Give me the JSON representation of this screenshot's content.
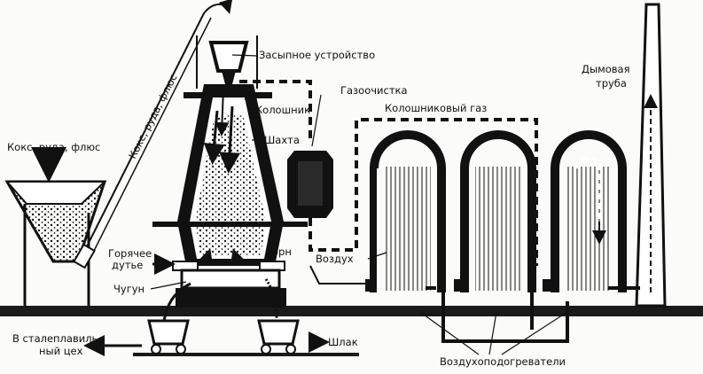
{
  "labels": {
    "charging_device": "Засыпное устройство",
    "gas_cleaning": "Газоочистка",
    "chimney_line1": "Дымовая",
    "chimney_line2": "труба",
    "top": "Колошник",
    "top_gas": "Колошниковый газ",
    "shaft": "Шахта",
    "coke_ore_flux": "Кокс, руда, флюс",
    "conveyor": "Кокс, руда, флюс",
    "hot_blast_line1": "Горячее",
    "hot_blast_line2": "дутье",
    "hearth": "Горн",
    "air": "Воздух",
    "pig_iron": "Чугун",
    "steel_shop_line1": "В сталеплавиль-",
    "steel_shop_line2": "ный цех",
    "slag": "Шлак",
    "air_heaters": "Воздухоподогреватели"
  },
  "colors": {
    "ink": "#111111",
    "background": "#fbfbf9"
  }
}
